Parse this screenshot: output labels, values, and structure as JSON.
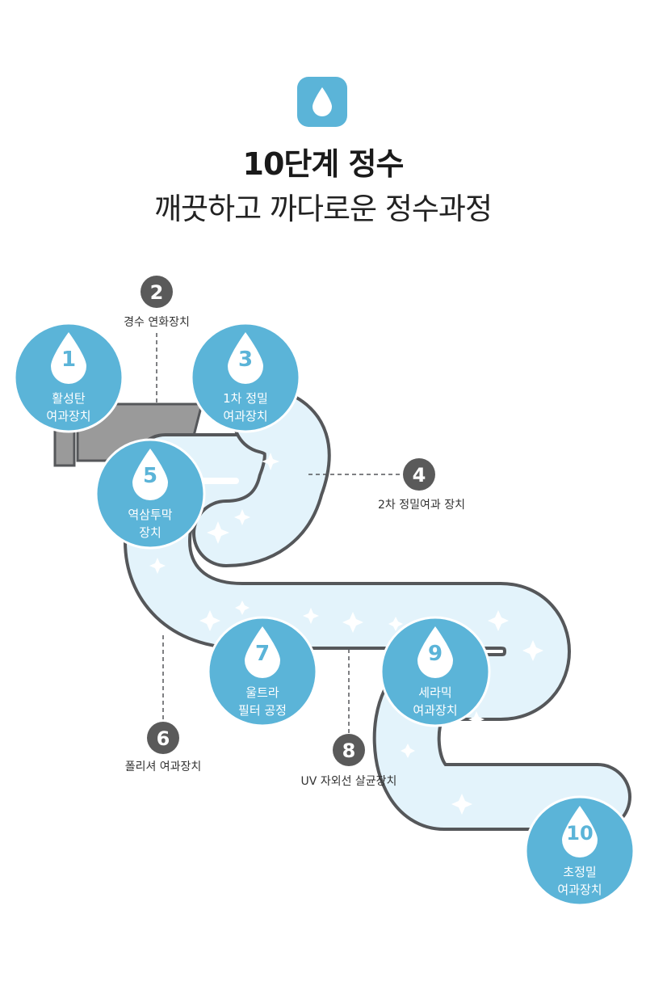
{
  "header": {
    "icon": "water-drop-icon",
    "title": "10단계 정수",
    "subtitle": "깨끗하고 까다로운 정수과정"
  },
  "colors": {
    "accent": "#5bb4d8",
    "pipe_fill": "#e3f3fb",
    "pipe_stroke": "#55575a",
    "marker": "#5a5a5a",
    "housing": "#9a9a9a"
  },
  "stages": [
    {
      "number": "1",
      "line1": "활성탄",
      "line2": "여과장치"
    },
    {
      "number": "2",
      "line1": "경수 연화장치",
      "line2": ""
    },
    {
      "number": "3",
      "line1": "1차 정밀",
      "line2": "여과장치"
    },
    {
      "number": "4",
      "line1": "2차 정밀여과 장치",
      "line2": ""
    },
    {
      "number": "5",
      "line1": "역삼투막",
      "line2": "장치"
    },
    {
      "number": "6",
      "line1": "폴리셔 여과장치",
      "line2": ""
    },
    {
      "number": "7",
      "line1": "울트라",
      "line2": "필터 공정"
    },
    {
      "number": "8",
      "line1": "UV 자외선 살균장치",
      "line2": ""
    },
    {
      "number": "9",
      "line1": "세라믹",
      "line2": "여과장치"
    },
    {
      "number": "10",
      "line1": "초정밀",
      "line2": "여과장치"
    }
  ]
}
